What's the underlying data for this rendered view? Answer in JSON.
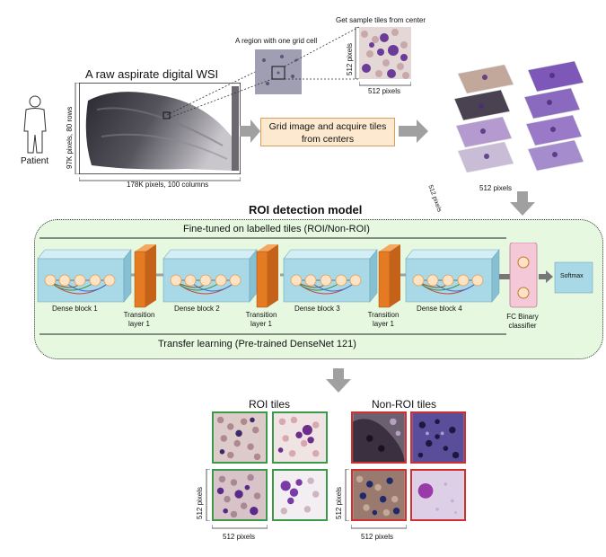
{
  "pipeline": {
    "patient_label": "Patient",
    "wsi_title": "A raw aspirate digital WSI",
    "wsi_height_label": "97K pixels, 80 rows",
    "wsi_width_label": "178K pixels, 100 columns",
    "region_label": "A region with one grid cell",
    "sample_label": "Get sample tiles from center",
    "sample_height": "512 pixels",
    "sample_width": "512 pixels",
    "grid_step": "Grid image and acquire tiles from centers",
    "stack_height": "512 pixels",
    "stack_width": "512 pixels"
  },
  "model": {
    "title": "ROI detection model",
    "fine_tune_label": "Fine-tuned on labelled tiles (ROI/Non-ROI)",
    "transfer_label": "Transfer learning (Pre-trained DenseNet 121)",
    "dense_blocks": [
      "Dense block 1",
      "Dense block 2",
      "Dense block 3",
      "Dense block 4"
    ],
    "transition_layers": [
      "Transition layer 1",
      "Transition layer 1",
      "Transition layer 1"
    ],
    "fc_label": "FC Binary classifier",
    "softmax_label": "Softmax"
  },
  "results": {
    "roi_title": "ROI tiles",
    "non_roi_title": "Non-ROI tiles",
    "roi_height": "512 pixels",
    "roi_width": "512 pixels",
    "non_roi_height": "512 pixels",
    "non_roi_width": "512 pixels"
  },
  "colors": {
    "roi_border": "#3a9a4a",
    "non_roi_border": "#d03030",
    "panel_bg": "#e6f8e0",
    "dense_block": "#a9d8e6",
    "transition": "#e47b22",
    "step_box": "#fde9cf",
    "arrow": "#9c9c9c"
  }
}
